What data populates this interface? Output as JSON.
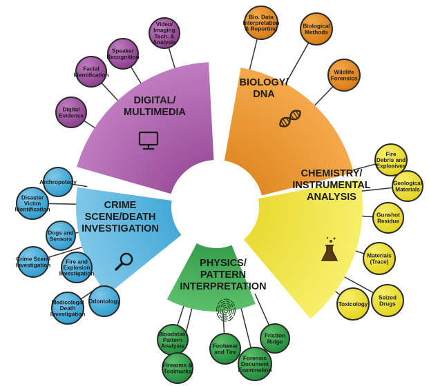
{
  "sectors": [
    {
      "id": "digital",
      "title": [
        "DIGITAL/",
        "MULTIMEDIA"
      ],
      "color_light": "#c07cc0",
      "color_dark": "#8a3c8a",
      "icon": "monitor-icon",
      "bubbles": [
        {
          "lines": [
            "Video/",
            "Imaging",
            "Tech. &",
            "Analysis"
          ]
        },
        {
          "lines": [
            "Speaker",
            "Recognition"
          ]
        },
        {
          "lines": [
            "Facial",
            "Identification"
          ]
        },
        {
          "lines": [
            "Digital",
            "Evidence"
          ]
        }
      ]
    },
    {
      "id": "biology",
      "title": [
        "BIOLOGY/",
        "DNA"
      ],
      "color_light": "#f5a94a",
      "color_dark": "#d67a12",
      "icon": "dna-icon",
      "bubbles": [
        {
          "lines": [
            "Bio. Data",
            "Interpretation",
            "& Reporting"
          ]
        },
        {
          "lines": [
            "Biological",
            "Methods"
          ]
        },
        {
          "lines": [
            "Wildlife",
            "Forensics"
          ]
        }
      ]
    },
    {
      "id": "chemistry",
      "title": [
        "CHEMISTRY/",
        "INSTRUMENTAL",
        "ANALYSIS"
      ],
      "color_light": "#f7ef6a",
      "color_dark": "#e3d21c",
      "icon": "flask-icon",
      "bubbles": [
        {
          "lines": [
            "Fire",
            "Debris and",
            "Explosives"
          ]
        },
        {
          "lines": [
            "Geological",
            "Materials"
          ]
        },
        {
          "lines": [
            "Gunshot",
            "Residue"
          ]
        },
        {
          "lines": [
            "Materials",
            "(Trace)"
          ]
        },
        {
          "lines": [
            "Seized",
            "Drugs"
          ]
        },
        {
          "lines": [
            "Toxicology"
          ]
        }
      ]
    },
    {
      "id": "physics",
      "title": [
        "PHYSICS/",
        "PATTERN",
        "INTERPRETATION"
      ],
      "color_light": "#5cbf6a",
      "color_dark": "#1f8a3a",
      "icon": "fingerprint-icon",
      "bubbles": [
        {
          "lines": [
            "Bloodstain",
            "Pattern",
            "Analysis"
          ]
        },
        {
          "lines": [
            "Firearms &",
            "Toolmarks"
          ]
        },
        {
          "lines": [
            "Footwear",
            "and Tire"
          ]
        },
        {
          "lines": [
            "Forensic",
            "Document",
            "Examination"
          ]
        },
        {
          "lines": [
            "Friction",
            "Ridge"
          ]
        }
      ]
    },
    {
      "id": "crime",
      "title": [
        "CRIME",
        "SCENE/DEATH",
        "INVESTIGATION"
      ],
      "color_light": "#7fc7e8",
      "color_dark": "#2a9ccf",
      "icon": "magnifier-icon",
      "bubbles": [
        {
          "lines": [
            "Anthropology"
          ]
        },
        {
          "lines": [
            "Disaster",
            "Victim",
            "Identification"
          ]
        },
        {
          "lines": [
            "Dogs and",
            "Sensors"
          ]
        },
        {
          "lines": [
            "Crime Scene",
            "Investigation"
          ]
        },
        {
          "lines": [
            "Fire and",
            "Explosion",
            "Investigation"
          ]
        },
        {
          "lines": [
            "Medicolegal",
            "Death",
            "Investigation"
          ]
        },
        {
          "lines": [
            "Odontology"
          ]
        }
      ]
    }
  ]
}
